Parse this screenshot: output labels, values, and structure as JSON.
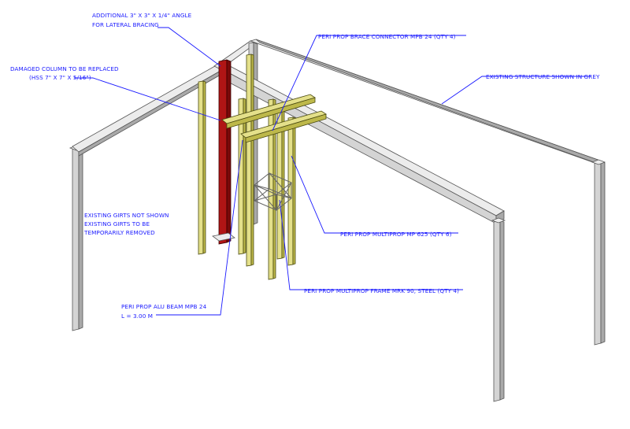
{
  "labels": {
    "angle_line1": "ADDITIONAL 3\" X 3\" X 1/4\" ANGLE",
    "angle_line2": "FOR LATERAL BRACING",
    "brace_connector": "PERI PROP BRACE CONNECTOR MPB 24 (QTY 4)",
    "damaged_line1": "DAMAGED COLUMN TO BE REPLACED",
    "damaged_line2": "(HSS 7\" X 7\" X 5/16\")",
    "existing_structure": "EXISTING STRUCTURE SHOWN IN GREY",
    "girts_line1": "EXISTING GIRTS NOT SHOWN",
    "girts_line2": "EXISTING GIRTS TO BE",
    "girts_line3": "TEMPORARILY REMOVED",
    "multiprop": "PERI PROP MULTIPROP MP 625 (QTY 6)",
    "frame": "PERI PROP MULTIPROP FRAME MRK 90, STEEL (QTY 4)",
    "alu_line1": "PERI PROP ALU BEAM MPB 24",
    "alu_line2": "L = 3.00 M"
  },
  "colors": {
    "annotation": "#1a1aff",
    "existing_structure": "#d4d4d4",
    "shoring": "#e4e08a",
    "damaged_column": "#b01515"
  }
}
